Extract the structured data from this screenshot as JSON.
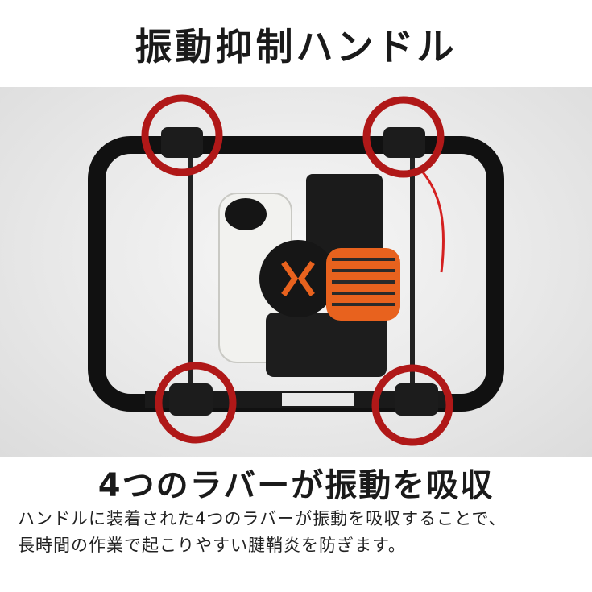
{
  "header": {
    "title": "振動抑制ハンドル"
  },
  "feature": {
    "subtitle": "4つのラバーが振動を吸収",
    "description_line1": "ハンドルに装着された4つのラバーが振動を吸収することで、",
    "description_line2": "長時間の作業で起こりやすい腱鞘炎を防ぎます。"
  },
  "colors": {
    "highlight_ring": "#b01818",
    "engine_cover": "#e8621e",
    "frame": "#111111"
  },
  "icons": [
    "rubber-mount-highlight",
    "earth-auger-product"
  ]
}
